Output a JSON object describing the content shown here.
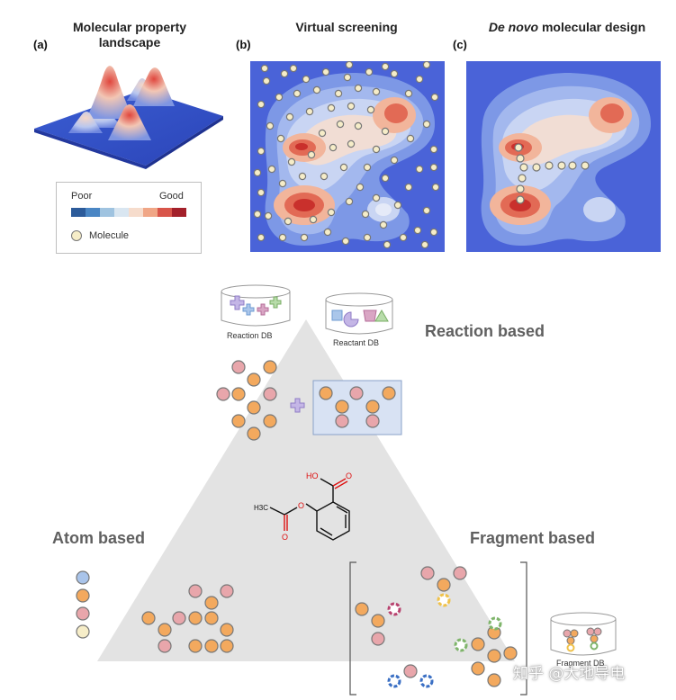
{
  "panels": {
    "a": {
      "letter": "(a)",
      "title_line1": "Molecular property",
      "title_line2": "landscape"
    },
    "b": {
      "letter": "(b)",
      "title": "Virtual screening"
    },
    "c": {
      "letter": "(c)",
      "title_italic": "De novo",
      "title_rest": " molecular design"
    }
  },
  "legend": {
    "poor": "Poor",
    "good": "Good",
    "molecule": "Molecule",
    "colors": [
      "#2c5b9a",
      "#4a86c4",
      "#9fc3e0",
      "#d9e6f1",
      "#f6dccc",
      "#f0a686",
      "#d8554a",
      "#a3202a"
    ]
  },
  "approaches": {
    "reaction": "Reaction based",
    "atom": "Atom based",
    "fragment": "Fragment based"
  },
  "databases": {
    "reaction_db": "Reaction DB",
    "reactant_db": "Reactant DB",
    "fragment_db": "Fragment DB"
  },
  "molecule": {
    "oh_label": "HO",
    "o_label": "O",
    "ch3_label": "H3C",
    "o2_label": "O"
  },
  "watermark": "知乎 @大地导电",
  "colors": {
    "atom_orange": "#f3a95e",
    "atom_pink": "#e8a6ab",
    "atom_blue": "#a9c4ea",
    "atom_cream": "#f6edc8",
    "triangle": "#e3e3e3",
    "contour_bg": "#4a63d8"
  }
}
